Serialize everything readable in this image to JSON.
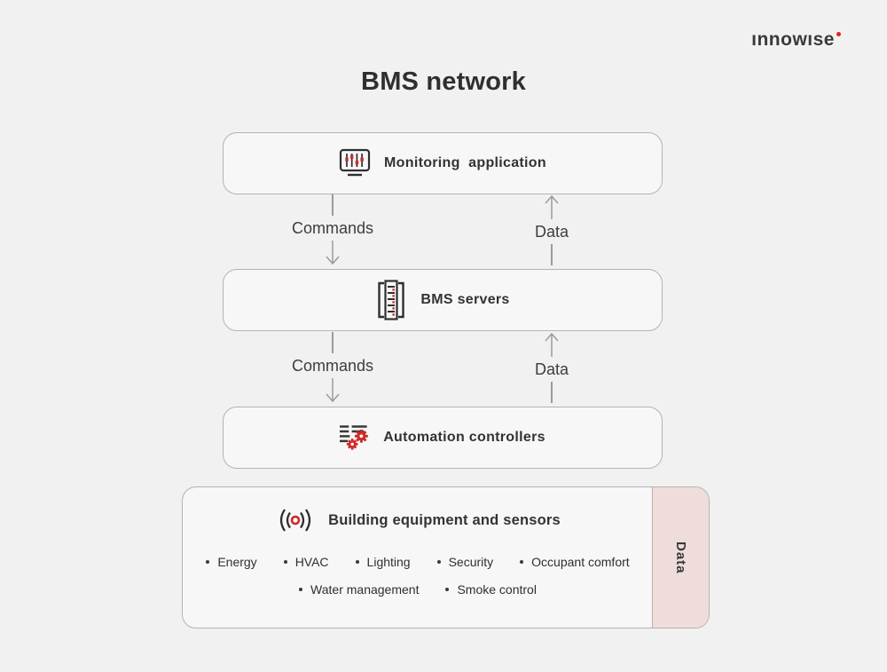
{
  "logo": {
    "text": "ınnowıse"
  },
  "title": "BMS network",
  "flow": {
    "nodes": [
      {
        "id": "monitoring",
        "label": "Monitoring  application",
        "icon": "monitor-sliders-icon"
      },
      {
        "id": "servers",
        "label": "BMS servers",
        "icon": "server-rack-icon"
      },
      {
        "id": "controllers",
        "label": "Automation controllers",
        "icon": "list-gears-icon"
      }
    ],
    "links": [
      {
        "from": "monitoring",
        "to": "servers",
        "down_label": "Commands",
        "up_label": "Data"
      },
      {
        "from": "servers",
        "to": "controllers",
        "down_label": "Commands",
        "up_label": "Data"
      }
    ]
  },
  "equipment": {
    "label": "Building equipment and sensors",
    "icon": "sensor-signal-icon",
    "items_row1": [
      "Energy",
      "HVAC",
      "Lighting",
      "Security",
      "Occupant comfort"
    ],
    "items_row2": [
      "Water management",
      "Smoke control"
    ],
    "side_label": "Data"
  },
  "colors": {
    "background": "#f1f1f2",
    "card_bg": "#f7f7f8",
    "border": "#b5b3b3",
    "text": "#333333",
    "arrow": "#9b9b9b",
    "accent_red": "#ce2b26",
    "logo_dot_red": "#e2251d",
    "side_strip_pink": "#eeddda"
  }
}
